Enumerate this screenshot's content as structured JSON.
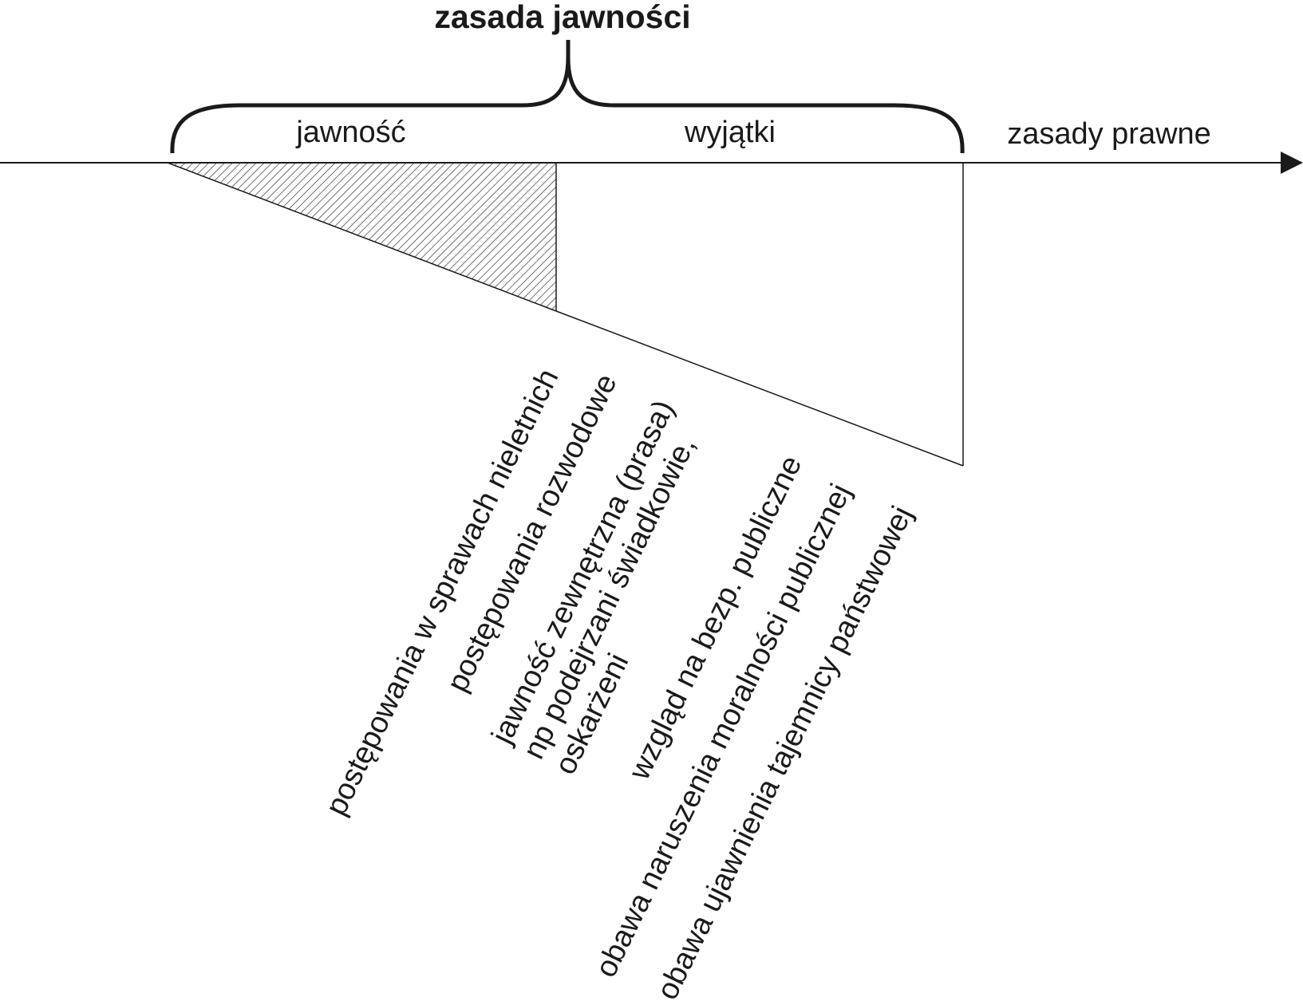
{
  "title": "zasada jawności",
  "segments": {
    "left": "jawność",
    "right": "wyjątki"
  },
  "axis_label": "zasady prawne",
  "exceptions": [
    {
      "lines": [
        "postępowania w sprawach nieletnich"
      ]
    },
    {
      "lines": [
        "postępowania rozwodowe"
      ]
    },
    {
      "lines": [
        "jawność zewnętrzna (prasa)",
        "np podejrzani świadkowie,",
        "oskarżeni"
      ]
    },
    {
      "lines": [
        "wzgląd na bezp. publiczne"
      ]
    },
    {
      "lines": [
        "obawa naruszenia moralności publicznej"
      ]
    },
    {
      "lines": [
        "obawa ujawnienia tajemnicy państwowej"
      ]
    }
  ]
}
